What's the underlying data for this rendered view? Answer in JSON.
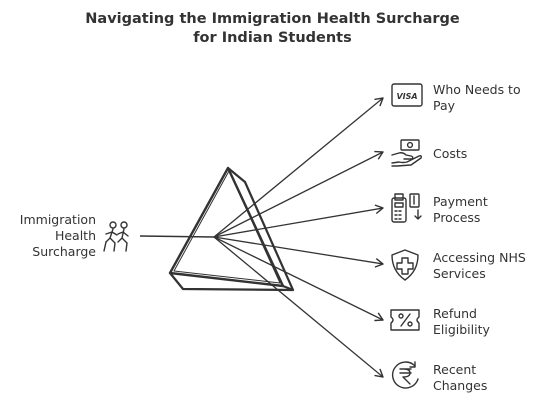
{
  "title_line1": "Navigating the Immigration Health Surcharge",
  "title_line2": "for Indian Students",
  "source": {
    "line1": "Immigration",
    "line2": "Health",
    "line3": "Surcharge",
    "icon": "people-walking-icon"
  },
  "outputs": [
    {
      "line1": "Who Needs to",
      "line2": "Pay",
      "icon": "visa-card-icon"
    },
    {
      "line1": "Costs",
      "line2": "",
      "icon": "money-hand-icon"
    },
    {
      "line1": "Payment",
      "line2": "Process",
      "icon": "payment-terminal-icon"
    },
    {
      "line1": "Accessing NHS",
      "line2": "Services",
      "icon": "medical-shield-icon"
    },
    {
      "line1": "Refund",
      "line2": "Eligibility",
      "icon": "discount-ticket-icon"
    },
    {
      "line1": "Recent",
      "line2": "Changes",
      "icon": "rupee-refresh-icon"
    }
  ],
  "colors": {
    "ink": "#333333",
    "background": "#ffffff"
  }
}
